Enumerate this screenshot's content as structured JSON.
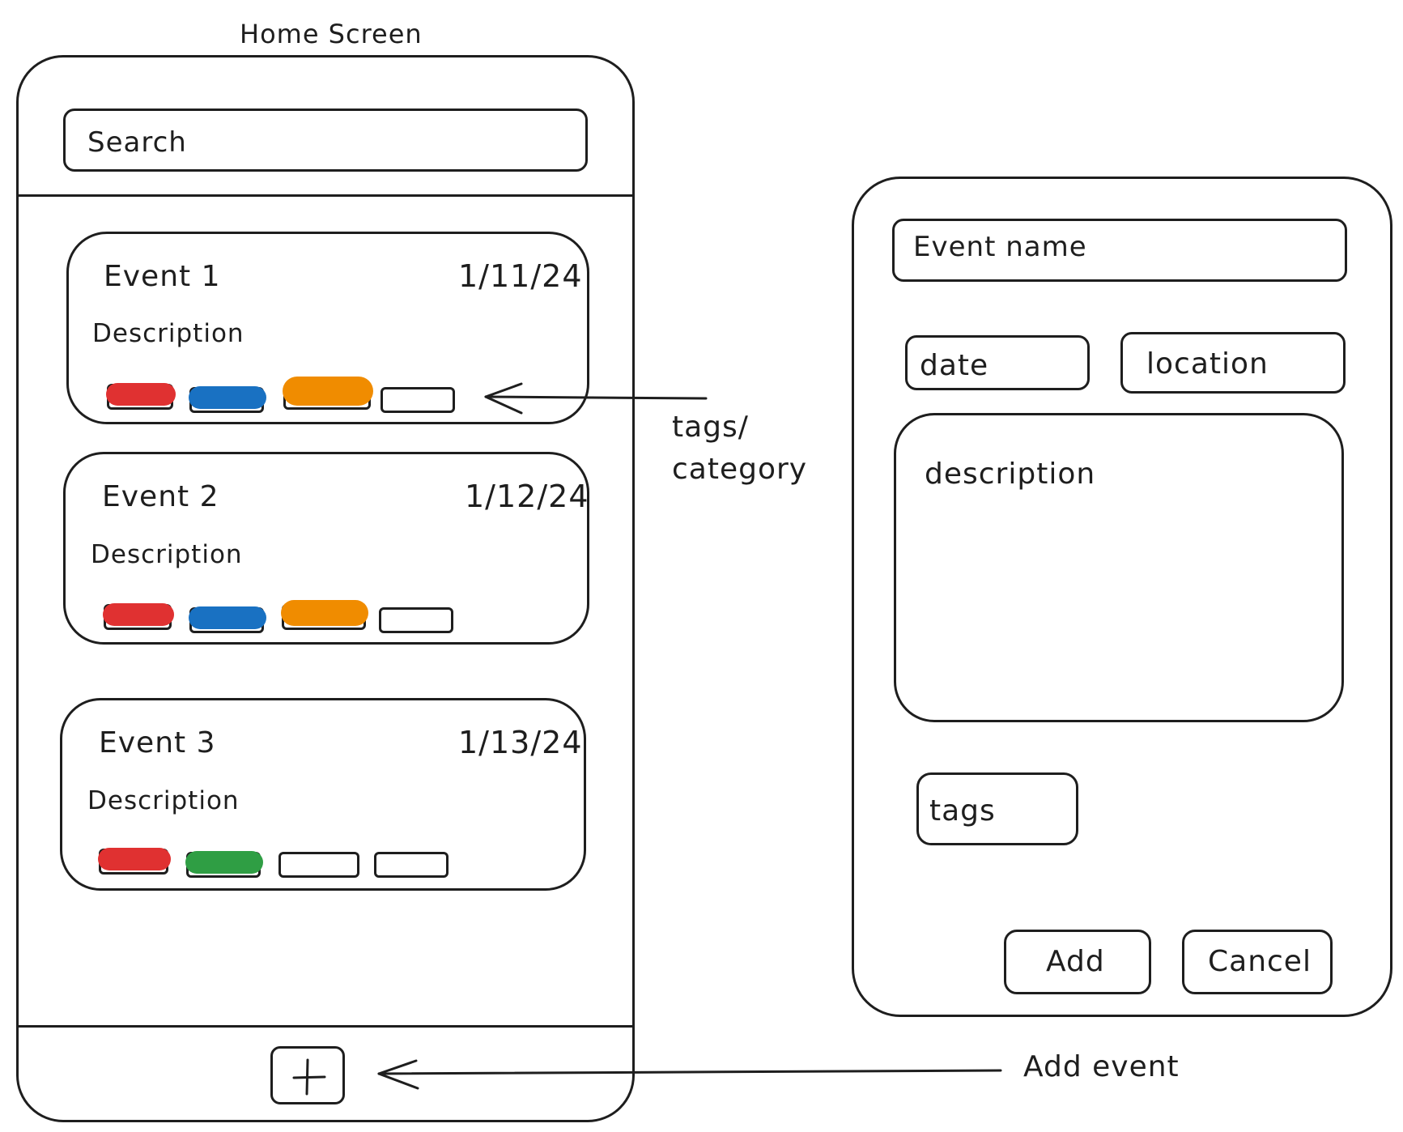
{
  "home": {
    "title": "Home Screen",
    "search_placeholder": "Search",
    "events": [
      {
        "name": "Event 1",
        "date": "1/11/24",
        "description": "Description",
        "tags": [
          {
            "color": "#e03131",
            "filled": true
          },
          {
            "color": "#1971c2",
            "filled": true
          },
          {
            "color": "#f08c00",
            "filled": true
          },
          {
            "color": "",
            "filled": false
          }
        ]
      },
      {
        "name": "Event 2",
        "date": "1/12/24",
        "description": "Description",
        "tags": [
          {
            "color": "#e03131",
            "filled": true
          },
          {
            "color": "#1971c2",
            "filled": true
          },
          {
            "color": "#f08c00",
            "filled": true
          },
          {
            "color": "",
            "filled": false
          }
        ]
      },
      {
        "name": "Event 3",
        "date": "1/13/24",
        "description": "Description",
        "tags": [
          {
            "color": "#e03131",
            "filled": true
          },
          {
            "color": "#2f9e44",
            "filled": true
          },
          {
            "color": "",
            "filled": false
          },
          {
            "color": "",
            "filled": false
          }
        ]
      }
    ],
    "add_button_icon": "plus-icon"
  },
  "annotations": {
    "tags_label_line1": "tags/",
    "tags_label_line2": "category",
    "add_event_label": "Add event"
  },
  "form": {
    "event_name_placeholder": "Event name",
    "date_placeholder": "date",
    "location_placeholder": "location",
    "description_placeholder": "description",
    "tags_placeholder": "tags",
    "add_label": "Add",
    "cancel_label": "Cancel"
  }
}
